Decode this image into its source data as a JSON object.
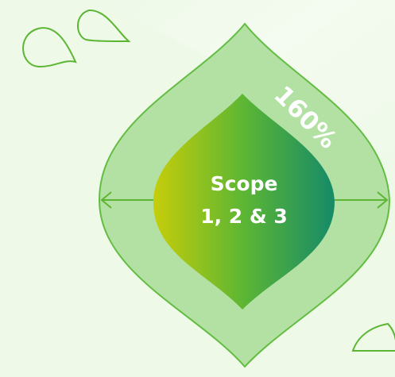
{
  "diagram": {
    "percentage_label": "160%",
    "center_label_line1": "Scope",
    "center_label_line2": "1, 2 & 3"
  },
  "colors": {
    "background": "#eef9e8",
    "outer_shape_fill": "#b3e1a4",
    "outer_shape_stroke": "#63bd42",
    "inner_gradient_start": "#c6cd0a",
    "inner_gradient_mid": "#5cb634",
    "inner_gradient_end": "#168a68",
    "arrow_color": "#5cb634",
    "decor_stroke": "#5cb634",
    "text_color": "#ffffff"
  }
}
